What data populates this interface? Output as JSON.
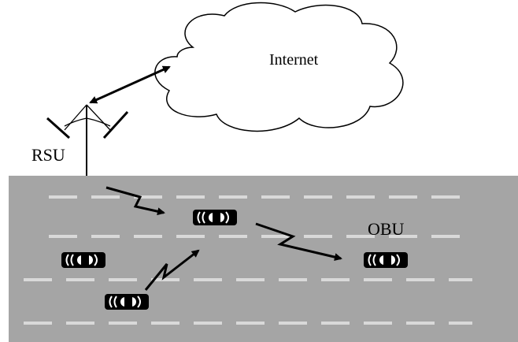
{
  "diagram": {
    "cloud_label": "Internet",
    "rsu_label": "RSU",
    "obu_label": "OBU"
  },
  "colors": {
    "road": "#a5a5a5",
    "lane_dash": "#d9d9d9",
    "ink": "#000000",
    "cloud_fill": "#ffffff"
  },
  "icons": {
    "vehicle": "vehicle-obu-icon",
    "wireless_link": "zigzag-arrow-icon"
  }
}
